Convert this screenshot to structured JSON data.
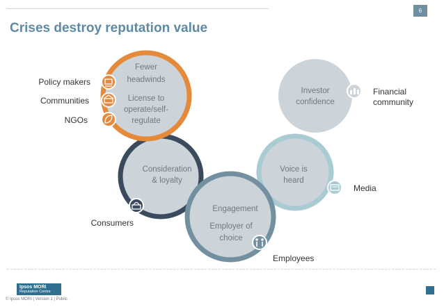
{
  "page": {
    "number": "6",
    "title": "Crises destroy reputation value"
  },
  "colors": {
    "title": "#5f8aa6",
    "orange": "#e58a3a",
    "navy": "#3b4a5c",
    "slate": "#72909f",
    "teal": "#a9ccd3",
    "grey": "#ccd4d9"
  },
  "circles": {
    "fewer_headwinds": {
      "line1": "Fewer",
      "line2": "headwinds",
      "line3": "License to",
      "line4": "operate/self-",
      "line5": "regulate"
    },
    "consideration": {
      "line1": "Consideration",
      "line2": "& loyalty"
    },
    "engagement": {
      "line1": "Engagement",
      "line2": "Employer of",
      "line3": "choice"
    },
    "voice": {
      "line1": "Voice is",
      "line2": "heard"
    },
    "investor": {
      "line1": "Investor",
      "line2": "confidence"
    }
  },
  "stakeholders": {
    "policy_makers": "Policy makers",
    "communities": "Communities",
    "ngos": "NGOs",
    "consumers": "Consumers",
    "employees": "Employees",
    "media": "Media",
    "financial_line1": "Financial",
    "financial_line2": "community"
  },
  "icons": [
    "policy-icon",
    "community-icon",
    "leaf-icon",
    "basket-icon",
    "people-icon",
    "media-icon",
    "finance-icon"
  ],
  "footer": {
    "brand": "Ipsos MORI",
    "sub": "Reputation Centre",
    "copyright": "© Ipsos MORI | Version 1 | Public"
  }
}
